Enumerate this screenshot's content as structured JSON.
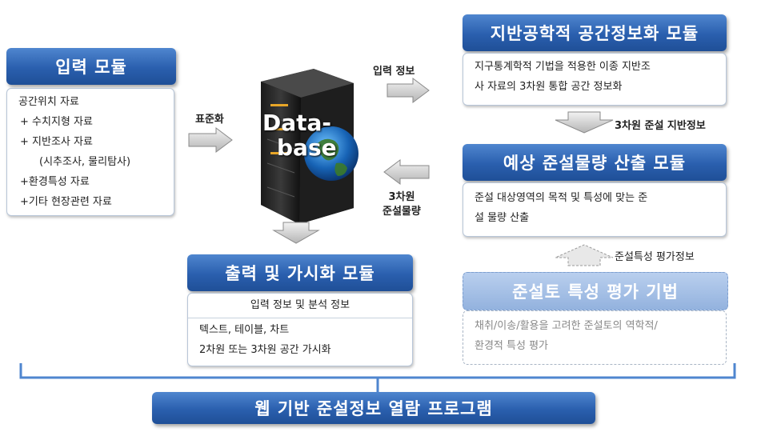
{
  "input_module": {
    "title": "입력 모듈",
    "items": [
      "공간위치 자료",
      "+ 수치지형 자료",
      "+ 지반조사 자료",
      "(시추조사, 물리탐사)",
      "+환경특성 자료",
      "+기타 현장관련 자료"
    ]
  },
  "standardization_label": "표준화",
  "database": {
    "line1": "Data-",
    "line2": "base"
  },
  "geo_module": {
    "title": "지반공학적 공간정보화 모듈",
    "text_line1": "지구통계학적 기법을 적용한 이종 지반조",
    "text_line2": "사 자료의 3차원 통합 공간 정보화"
  },
  "input_info_label": "입력 정보",
  "geo_info_label": "3차원 준설 지반정보",
  "dredging_module": {
    "title": "예상 준설물량 산출 모듈",
    "text_line1": "준설 대상영역의 목적 및 특성에 맞는 준",
    "text_line2": "설 물량 산출"
  },
  "volume_label_line1": "3차원",
  "volume_label_line2": "준설물량",
  "eval_info_label": "준설특성 평가정보",
  "eval_method": {
    "title": "준설토 특성 평가 기법",
    "text_line1": "채취/이송/활용을 고려한 준설토의 역학적/",
    "text_line2": "환경적 특성 평가"
  },
  "output_module": {
    "title": "출력 및 가시화 모듈",
    "subtitle": "입력 정보 및 분석 정보",
    "items": [
      "텍스트, 테이블, 차트",
      "2차원 또는 3차원 공간 가시화"
    ]
  },
  "web_program": {
    "title": "웹 기반 준설정보 열람 프로그램"
  },
  "colors": {
    "header_blue": "#2a5fae",
    "arrow_gray": "#c9c9c9",
    "bracket": "#4f86cf"
  }
}
